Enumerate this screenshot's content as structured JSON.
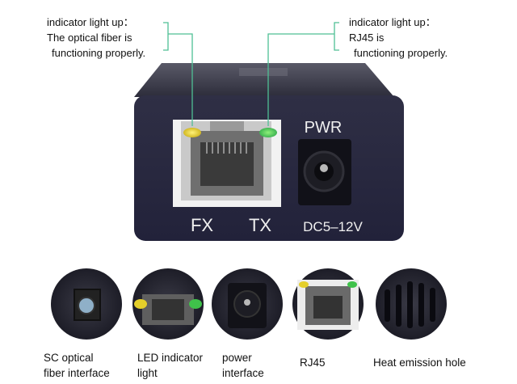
{
  "callouts": {
    "left": {
      "line1": "indicator light up：",
      "line2": "The optical fiber is",
      "line3": "functioning properly."
    },
    "right": {
      "line1": "indicator light up：",
      "line2": "RJ45 is",
      "line3": "functioning properly."
    }
  },
  "device": {
    "pwr_label": "PWR",
    "fx_label": "FX",
    "tx_label": "TX",
    "dc_label": "DC5–12V"
  },
  "thumbnails": [
    {
      "line1": "SC optical",
      "line2": "fiber interface"
    },
    {
      "line1": "LED indicator",
      "line2": "light"
    },
    {
      "line1": "power",
      "line2": "interface"
    },
    {
      "line1": "RJ45",
      "line2": ""
    },
    {
      "line1": "Heat emission hole",
      "line2": ""
    }
  ],
  "colors": {
    "housing": "#26263a",
    "led_yellow": "#d9c21a",
    "led_green": "#3fbf3f",
    "callout_line": "#4fbf95"
  }
}
